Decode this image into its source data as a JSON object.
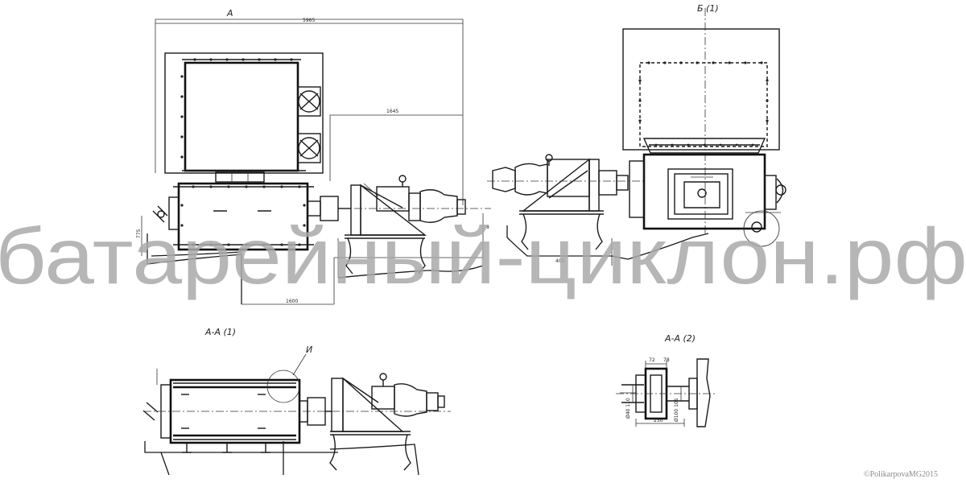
{
  "labels": {
    "view_a": "А",
    "view_b": "Б (1)",
    "section_aa_1": "А-А (1)",
    "section_aa_2": "А-А (2)",
    "callout_i": "И"
  },
  "dimensions": {
    "d_top": "5965",
    "d_mid": "1645",
    "d_bottom": "1600",
    "d_left": "775",
    "d_right_small": "8",
    "d_right": "400",
    "d_det_1": "72",
    "d_det_2": "78",
    "d_det_3": "250",
    "d_det_4": "Ø40 110",
    "d_det_5": "Ø100 105"
  },
  "watermark": "батарейный-циклон.рф",
  "copyright": "©PolikarpovaMG2015",
  "colors": {
    "line": "#1a1a1a",
    "watermark": "#a9a9a9",
    "background": "#ffffff"
  }
}
